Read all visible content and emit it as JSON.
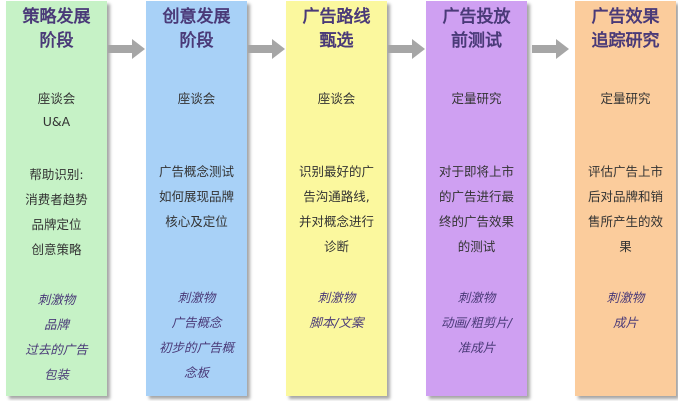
{
  "stages": [
    {
      "title": [
        "策略发展",
        "阶段"
      ],
      "tools": [
        "座谈会",
        "U&A"
      ],
      "goal": [
        "帮助识别:",
        "消费者趋势",
        "品牌定位",
        "创意策略"
      ],
      "stimulus": [
        "刺激物",
        "品牌",
        "过去的广告",
        "包装"
      ],
      "color": "#c6f2c6"
    },
    {
      "title": [
        "创意发展",
        "阶段"
      ],
      "tools": [
        "座谈会"
      ],
      "goal": [
        "广告概念测试",
        "如何展现品牌",
        "核心及定位"
      ],
      "stimulus": [
        "刺激物",
        "广告概念",
        "初步的广告概",
        "念板"
      ],
      "color": "#a8d1f7"
    },
    {
      "title": [
        "广告路线",
        "甄选"
      ],
      "tools": [
        "座谈会"
      ],
      "goal": [
        "识别最好的广",
        "告沟通路线,",
        "并对概念进行",
        "诊断"
      ],
      "stimulus": [
        "刺激物",
        "脚本/文案"
      ],
      "color": "#fbf89e"
    },
    {
      "title": [
        "广告投放",
        "前测试"
      ],
      "tools": [
        "定量研究"
      ],
      "goal": [
        "对于即将上市",
        "的广告进行最",
        "终的广告效果",
        "的测试"
      ],
      "stimulus": [
        "刺激物",
        "动画/粗剪片/",
        "准成片"
      ],
      "color": "#cfa0f2"
    },
    {
      "title": [
        "广告效果",
        "追踪研究"
      ],
      "tools": [
        "定量研究"
      ],
      "goal": [
        "评估广告上市",
        "后对品牌和销",
        "售所产生的效",
        "果"
      ],
      "stimulus": [
        "刺激物",
        "成片"
      ],
      "color": "#fbcc9c"
    }
  ],
  "arrow_color": "#a6a6a6"
}
